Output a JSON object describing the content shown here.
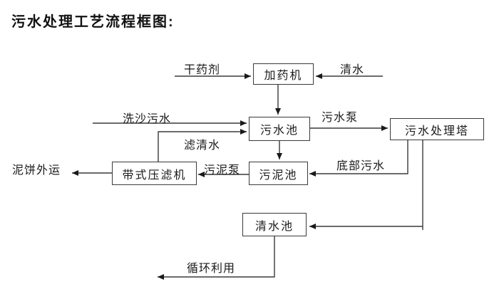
{
  "title": "污水处理工艺流程框图:",
  "colors": {
    "line": "#3a3a3a",
    "arrowhead": "#1a1a1a",
    "text": "#1a1a1a",
    "background": "#ffffff"
  },
  "diagram": {
    "type": "flowchart",
    "nodes": [
      {
        "id": "dosing-machine",
        "label": "加药机"
      },
      {
        "id": "sewage-pool",
        "label": "污水池"
      },
      {
        "id": "sewage-treatment-tower",
        "label": "污水处理塔"
      },
      {
        "id": "sludge-pool",
        "label": "污泥池"
      },
      {
        "id": "belt-filter-press",
        "label": "带式压滤机"
      },
      {
        "id": "clean-water-pool",
        "label": "清水池"
      }
    ],
    "flow_labels": [
      {
        "id": "dry-chemical",
        "label": "干药剂"
      },
      {
        "id": "clean-water-in",
        "label": "清水"
      },
      {
        "id": "sand-washing-sewage",
        "label": "洗沙污水"
      },
      {
        "id": "sewage-pump",
        "label": "污水泵"
      },
      {
        "id": "filtered-water",
        "label": "滤清水"
      },
      {
        "id": "sludge-pump",
        "label": "污泥泵"
      },
      {
        "id": "bottom-sewage",
        "label": "底部污水"
      },
      {
        "id": "mud-cake-outbound",
        "label": "泥饼外运"
      },
      {
        "id": "recycling",
        "label": "循环利用"
      }
    ],
    "edges": [
      {
        "from": "干药剂",
        "to": "加药机"
      },
      {
        "from": "清水",
        "to": "加药机"
      },
      {
        "from": "加药机",
        "to": "污水池"
      },
      {
        "from": "洗沙污水",
        "to": "污水池"
      },
      {
        "from": "带式压滤机",
        "to": "污水池",
        "label": "滤清水"
      },
      {
        "from": "污水池",
        "to": "污水处理塔",
        "label": "污水泵"
      },
      {
        "from": "污水池",
        "to": "污泥池"
      },
      {
        "from": "污水处理塔",
        "to": "污泥池",
        "label": "底部污水"
      },
      {
        "from": "污泥池",
        "to": "带式压滤机",
        "label": "污泥泵"
      },
      {
        "from": "带式压滤机",
        "to": "泥饼外运"
      },
      {
        "from": "污水处理塔",
        "to": "清水池"
      },
      {
        "from": "清水池",
        "to": "循环利用"
      }
    ]
  }
}
